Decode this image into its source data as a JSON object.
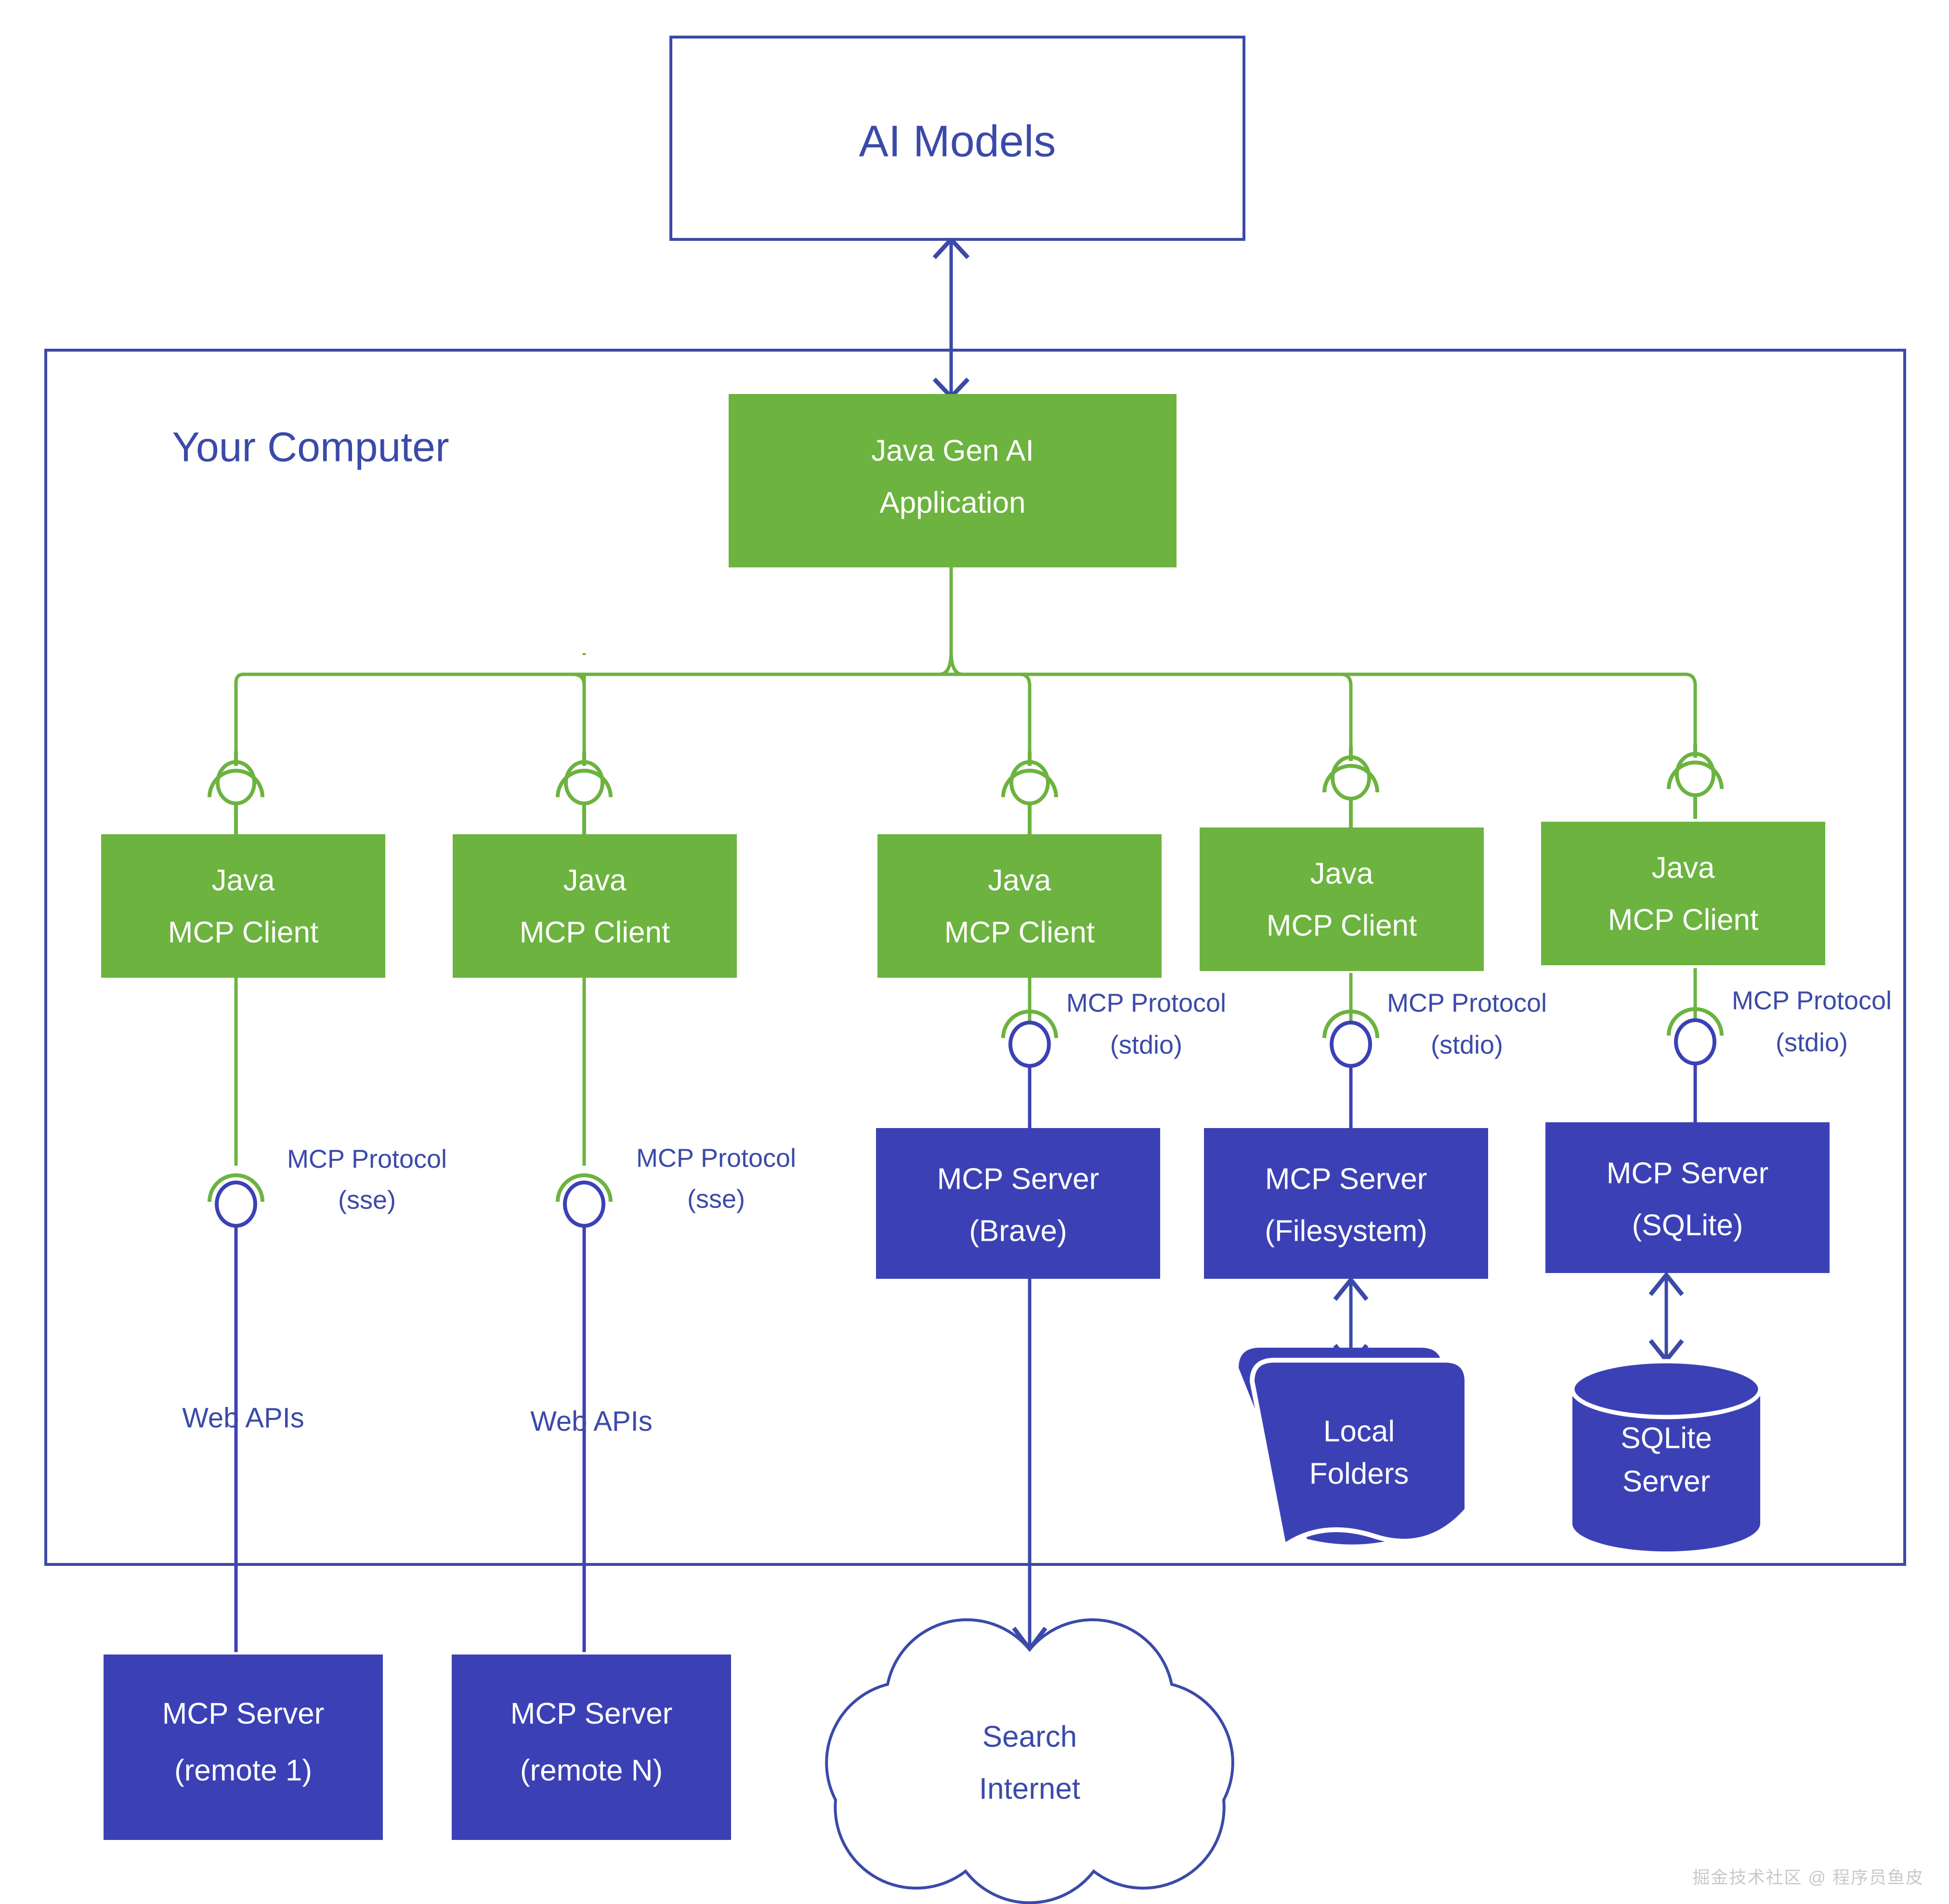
{
  "diagram": {
    "title_node": {
      "label": "AI Models"
    },
    "boundary": {
      "label": "Your Computer"
    },
    "app_node": {
      "line1": "Java Gen AI",
      "line2": "Application"
    },
    "clients": [
      {
        "line1": "Java",
        "line2": "MCP Client"
      },
      {
        "line1": "Java",
        "line2": "MCP Client"
      },
      {
        "line1": "Java",
        "line2": "MCP Client"
      },
      {
        "line1": "Java",
        "line2": "MCP Client"
      },
      {
        "line1": "Java",
        "line2": "MCP Client"
      }
    ],
    "protocol_labels": [
      {
        "line1": "MCP Protocol",
        "line2": "(sse)"
      },
      {
        "line1": "MCP Protocol",
        "line2": "(sse)"
      },
      {
        "line1": "MCP Protocol",
        "line2": "(stdio)"
      },
      {
        "line1": "MCP Protocol",
        "line2": "(stdio)"
      },
      {
        "line1": "MCP Protocol",
        "line2": "(stdio)"
      }
    ],
    "transport_labels": [
      {
        "text": "Web APIs"
      },
      {
        "text": "Web APIs"
      }
    ],
    "local_servers": [
      {
        "line1": "MCP Server",
        "line2": "(Brave)"
      },
      {
        "line1": "MCP Server",
        "line2": "(Filesystem)"
      },
      {
        "line1": "MCP Server",
        "line2": "(SQLite)"
      }
    ],
    "remote_servers": [
      {
        "line1": "MCP Server",
        "line2": "(remote 1)"
      },
      {
        "line1": "MCP Server",
        "line2": "(remote N)"
      }
    ],
    "resources": [
      {
        "type": "folder-stack",
        "line1": "Local",
        "line2": "Folders"
      },
      {
        "type": "database-cylinder",
        "line1": "SQLite",
        "line2": "Server"
      },
      {
        "type": "cloud",
        "line1": "Search",
        "line2": "Internet"
      }
    ],
    "watermark": {
      "text": "掘金技术社区 @ 程序员鱼皮"
    },
    "colors": {
      "green": "#6cb33f",
      "blue": "#3b41b5",
      "outline_blue": "#3b4aa8",
      "text_blue": "#3b4aa8",
      "white": "#ffffff",
      "background": "#ffffff"
    }
  }
}
